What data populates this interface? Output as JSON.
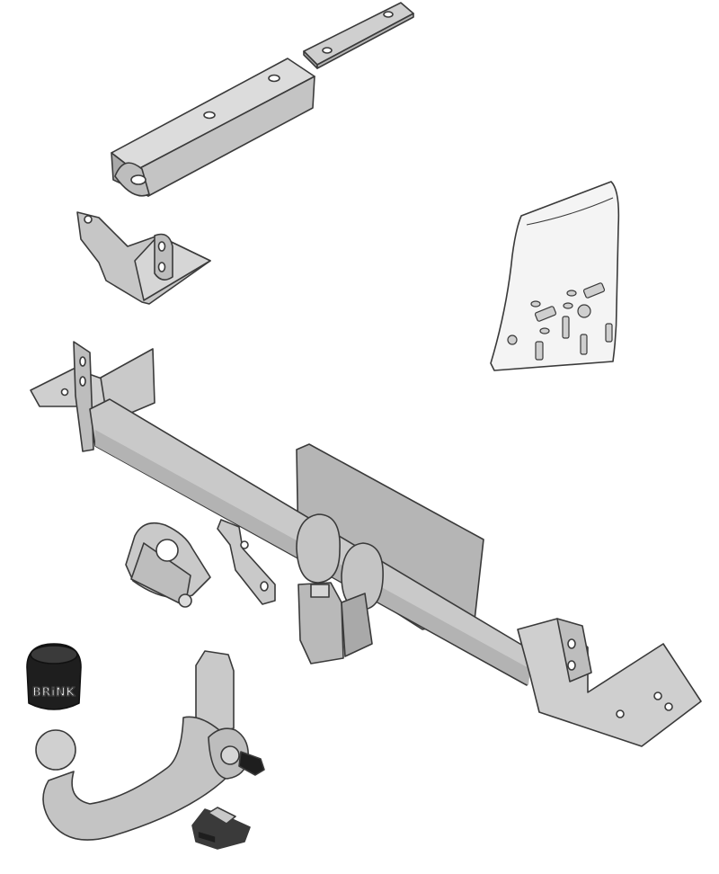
{
  "illustration": {
    "cap_logo_text": "BRiNK",
    "colors": {
      "background": "#ffffff",
      "metal_fill": "#c9c9c9",
      "metal_light": "#dcdcdc",
      "metal_dark": "#a9a9a9",
      "outline": "#3a3a3a",
      "cap_black": "#1e1e1e"
    },
    "parts": [
      "mounting-strip-plate",
      "mounting-channel-bracket",
      "small-angle-bracket",
      "hardware-bag",
      "main-crossbar",
      "socket-plate-bracket",
      "small-link-bracket",
      "detachable-tow-ball-neck",
      "tow-ball-cap",
      "lock-clip"
    ]
  }
}
